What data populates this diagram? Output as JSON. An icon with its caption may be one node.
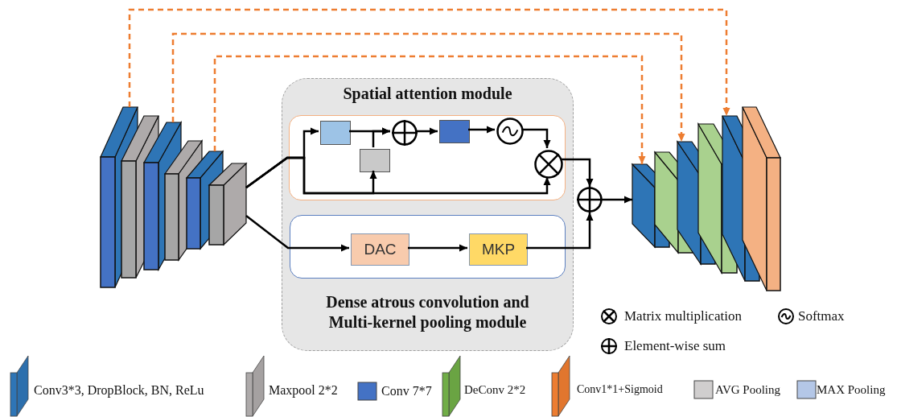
{
  "diagram": {
    "nodes": [
      {
        "text": [
          "Spatial attention module",
          "Dense atrous convolution and Multi-kernel pooling module"
        ]
      },
      {
        "text": [],
        "shape": "box",
        "in": 0
      },
      {
        "text": [],
        "shape": "box",
        "in": 1
      },
      {
        "text": [],
        "shape": "box",
        "in": 1
      },
      {
        "text": [],
        "shape": "circle",
        "in": 1
      },
      {
        "text": [],
        "shape": "box",
        "in": 1
      },
      {
        "text": [],
        "shape": "circle",
        "in": 1
      },
      {
        "text": [],
        "shape": "circle",
        "in": 1
      },
      {
        "text": [],
        "shape": "box",
        "in": 0
      },
      {
        "text": [
          "DAC"
        ],
        "in": 8
      },
      {
        "text": [
          "MKP"
        ],
        "in": 8
      },
      {
        "text": [],
        "shape": "circle"
      },
      {
        "text": [],
        "shape": "box"
      },
      {
        "text": [],
        "shape": "box"
      },
      {
        "text": [],
        "shape": "box"
      },
      {
        "text": [],
        "shape": "box"
      },
      {
        "text": [],
        "shape": "box"
      },
      {
        "text": [],
        "shape": "box"
      },
      {
        "text": [],
        "shape": "box"
      },
      {
        "text": [],
        "shape": "box"
      },
      {
        "text": [],
        "shape": "box"
      },
      {
        "text": [],
        "shape": "box"
      },
      {
        "text": [],
        "shape": "box"
      },
      {
        "text": [],
        "shape": "box"
      }
    ],
    "edges": [
      {
        "from": 17,
        "to": 2,
        "arrow": "to"
      },
      {
        "from": 17,
        "to": 3,
        "arrow": "to"
      },
      {
        "from": 17,
        "to": 7,
        "arrow": "to"
      },
      {
        "from": 2,
        "to": 4,
        "arrow": "to"
      },
      {
        "from": 3,
        "to": 4,
        "arrow": "to"
      },
      {
        "from": 4,
        "to": 5,
        "arrow": "to"
      },
      {
        "from": 5,
        "to": 6,
        "arrow": "to"
      },
      {
        "from": 6,
        "to": 7,
        "arrow": "to"
      },
      {
        "from": 7,
        "to": 11,
        "arrow": "to"
      },
      {
        "from": 17,
        "to": 9,
        "arrow": "to"
      },
      {
        "from": 9,
        "to": 10,
        "arrow": "to"
      },
      {
        "from": 10,
        "to": 11,
        "arrow": "to"
      },
      {
        "from": 11,
        "to": 18,
        "arrow": "to"
      },
      {
        "from": 12,
        "to": 22,
        "arrow": "to",
        "style": "dashed",
        "color": "#ed7d31"
      },
      {
        "from": 14,
        "to": 20,
        "arrow": "to",
        "style": "dashed",
        "color": "#ed7d31"
      },
      {
        "from": 16,
        "to": 18,
        "arrow": "to",
        "style": "dashed",
        "color": "#ed7d31"
      }
    ],
    "legend": [
      {
        "text": "Matrix multiplication"
      },
      {
        "text": "Softmax"
      },
      {
        "text": "Element-wise sum"
      },
      {
        "text": "Conv3*3, DropBlock, BN, ReLu",
        "color": "#2e75b6"
      },
      {
        "text": "Maxpool 2*2",
        "color": "#aeaaaa"
      },
      {
        "text": "Conv 7*7",
        "color": "#4472c4"
      },
      {
        "text": "DeConv 2*2",
        "color": "#70ad47"
      },
      {
        "text": "Conv1*1+Sigmoid",
        "color": "#ed7d31"
      },
      {
        "text": "AVG Pooling",
        "color": "#d0cece"
      },
      {
        "text": "MAX Pooling",
        "color": "#b4c7e7"
      }
    ]
  }
}
